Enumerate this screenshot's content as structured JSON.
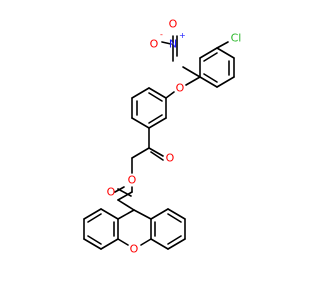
{
  "molecule": {
    "atoms": {
      "cl": {
        "symbol": "Cl",
        "color": "#2db82d"
      },
      "n": {
        "symbol": "N",
        "charge": "+",
        "color": "#2020ff"
      },
      "o_nitro_minus": {
        "symbol": "O",
        "charge": "-",
        "color": "#ff0000"
      },
      "o_nitro_double": {
        "symbol": "O",
        "color": "#ff0000"
      },
      "o_ether": {
        "symbol": "O",
        "color": "#ff0000"
      },
      "o_ketone": {
        "symbol": "O",
        "color": "#ff0000"
      },
      "o_ester_single": {
        "symbol": "O",
        "color": "#ff0000"
      },
      "o_ester_double": {
        "symbol": "O",
        "color": "#ff0000"
      },
      "o_xanthene": {
        "symbol": "O",
        "color": "#ff0000"
      }
    },
    "bond_color": "#000000"
  }
}
